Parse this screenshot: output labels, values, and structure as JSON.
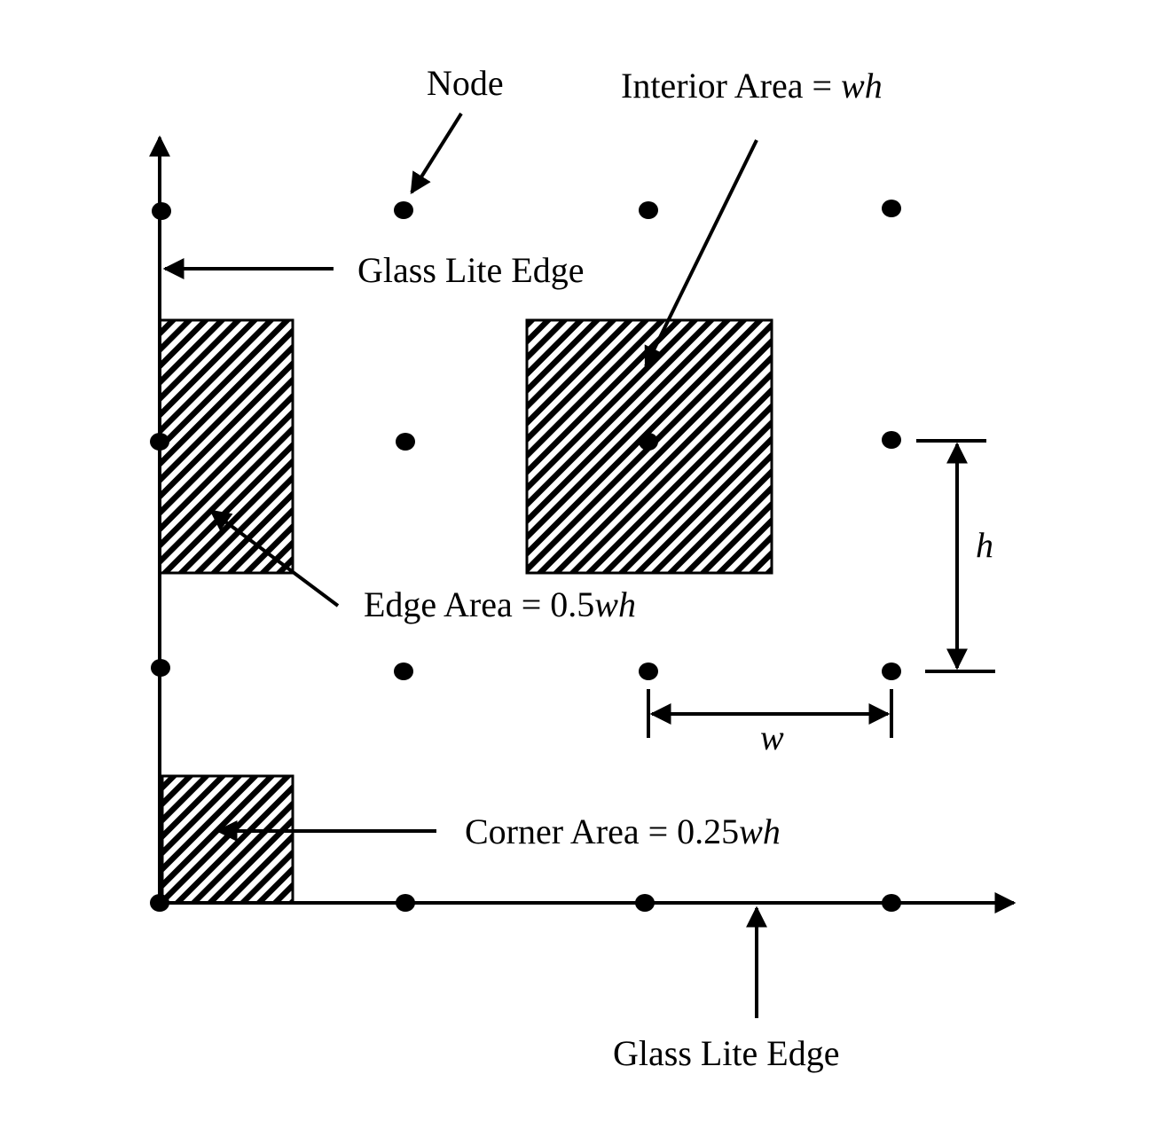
{
  "labels": {
    "node": "Node",
    "interior_prefix": "Interior Area = ",
    "interior_var": "wh",
    "glass_edge_left": "Glass Lite Edge",
    "edge_prefix": "Edge Area = 0.5",
    "edge_var": "wh",
    "corner_prefix": "Corner Area = 0.25",
    "corner_var": "wh",
    "glass_edge_bottom": "Glass Lite Edge",
    "dim_h": "h",
    "dim_w": "w"
  },
  "colors": {
    "ink": "#000000",
    "background": "#ffffff"
  }
}
